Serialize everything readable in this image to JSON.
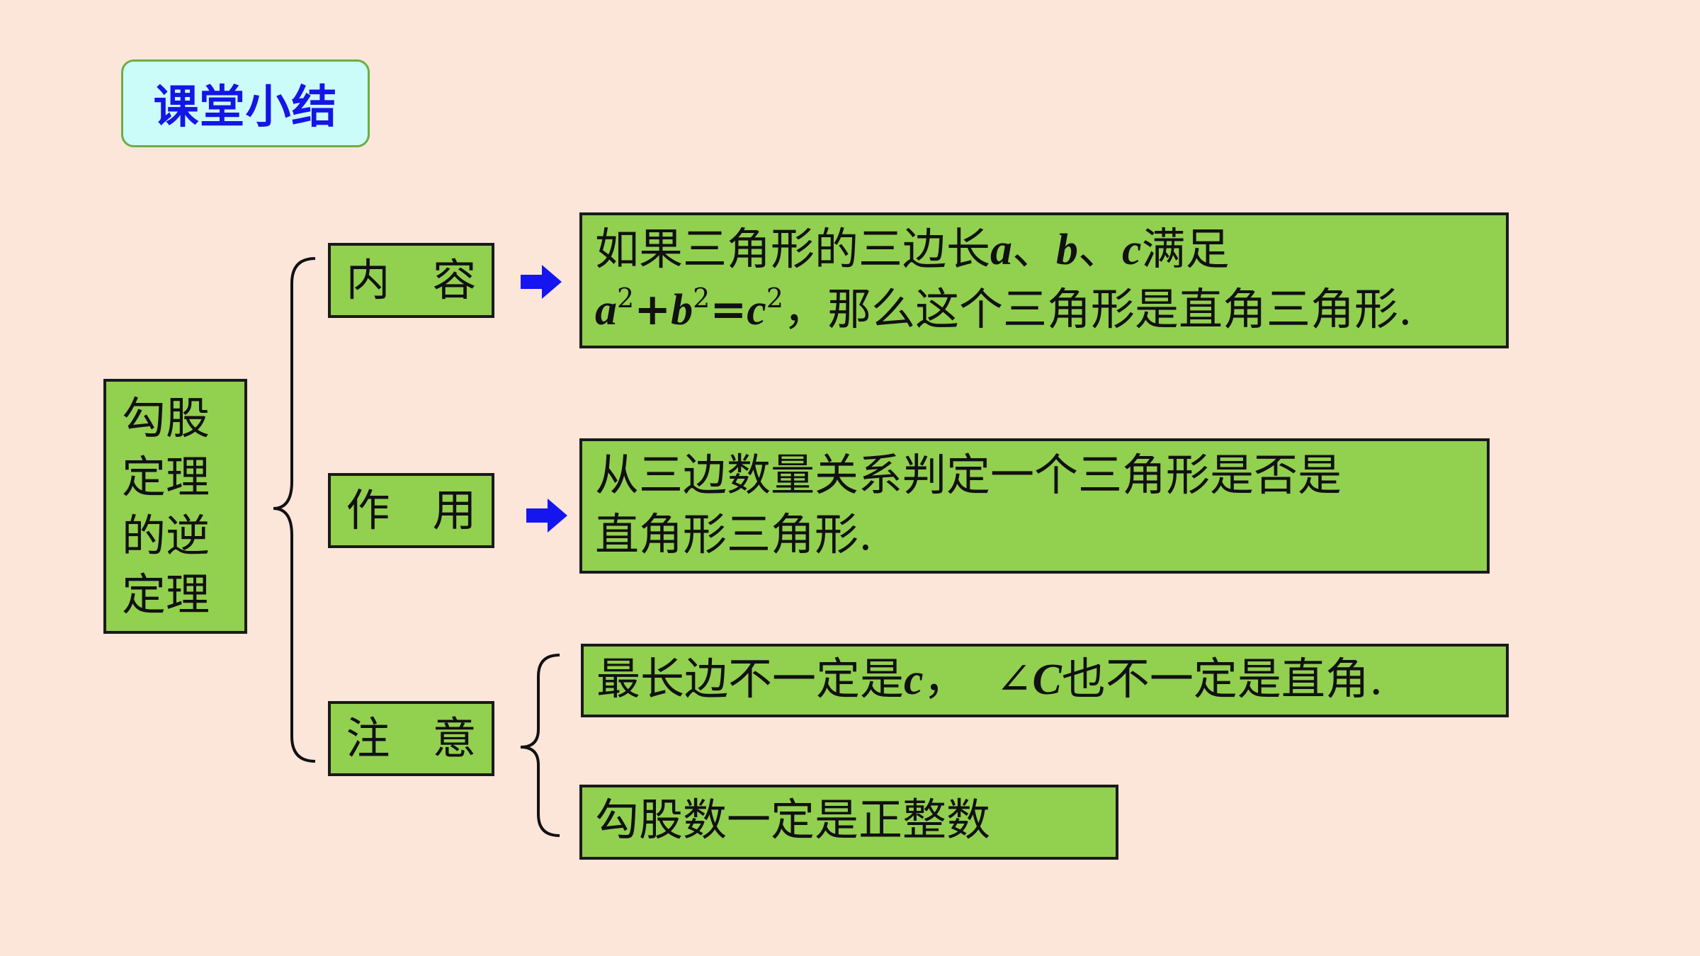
{
  "title": "课堂小结",
  "root": {
    "lines": [
      "勾股",
      "定理",
      "的逆",
      "定理"
    ]
  },
  "categories": {
    "content": {
      "char1": "内",
      "char2": "容"
    },
    "use": {
      "char1": "作",
      "char2": "用"
    },
    "note": {
      "char1": "注",
      "char2": "意"
    }
  },
  "content_box": {
    "line1_prefix": "如果三角形的三边长",
    "var_a": "a",
    "sep": "、",
    "var_b": "b",
    "var_c": "c",
    "line1_suffix": "满足",
    "eq_a": "a",
    "eq_b": "b",
    "eq_c": "c",
    "exp": "2",
    "plus": "+",
    "equals": "=",
    "line2_suffix": "，那么这个三角形是直角三角形."
  },
  "use_box": {
    "line1": "从三边数量关系判定一个三角形是否是",
    "line2": "直角形三角形."
  },
  "note_boxes": {
    "note1_prefix": "最长边不一定是",
    "note1_var_c": "c",
    "note1_mid": "，",
    "note1_angle": "∠",
    "note1_var_C": "C",
    "note1_suffix": "也不一定是直角.",
    "note2": "勾股数一定是正整数"
  },
  "colors": {
    "background": "#fce5d9",
    "box_fill": "#92d050",
    "title_fill": "#ccfcfa",
    "title_text": "#1515e6",
    "arrow": "#1515f0"
  },
  "icons": [
    "right-arrow-icon",
    "right-arrow-icon"
  ]
}
